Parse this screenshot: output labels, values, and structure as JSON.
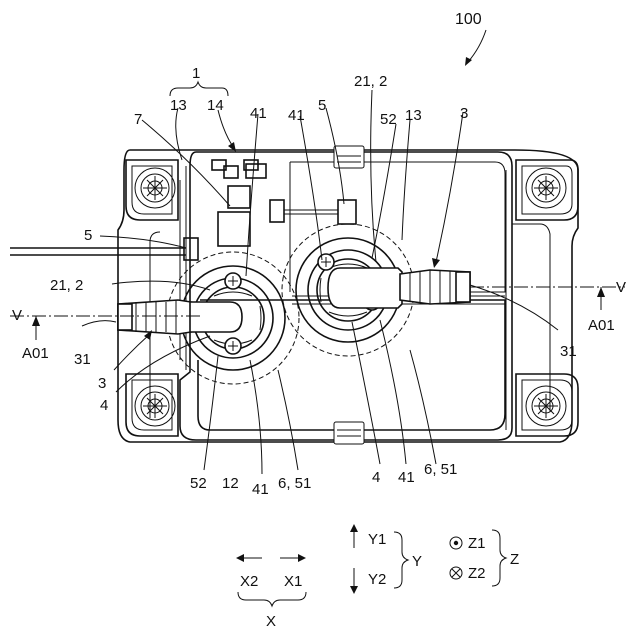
{
  "figure": {
    "number": "100"
  },
  "labels": {
    "l1": "1",
    "l13_top": "13",
    "l14": "14",
    "l7": "7",
    "l41_a": "41",
    "l41_b": "41",
    "l5_top": "5",
    "l21_2_top": "21, 2",
    "l52_top": "52",
    "l13_right": "13",
    "l3_top": "3",
    "l5_left": "5",
    "l21_2_left": "21, 2",
    "v_left": "V",
    "v_right": "V",
    "a01_left": "A01",
    "a01_right": "A01",
    "l31_left": "31",
    "l31_right": "31",
    "l3_left": "3",
    "l4_left": "4",
    "l52_bottom": "52",
    "l12": "12",
    "l41_bottom_left": "41",
    "l6_51_left": "6, 51",
    "l4_bottom": "4",
    "l41_bottom_right": "41",
    "l6_51_right": "6, 51"
  },
  "legend": {
    "x2": "X2",
    "x1": "X1",
    "x": "X",
    "y1": "Y1",
    "y2": "Y2",
    "y": "Y",
    "z1": "Z1",
    "z2": "Z2",
    "z": "Z"
  }
}
